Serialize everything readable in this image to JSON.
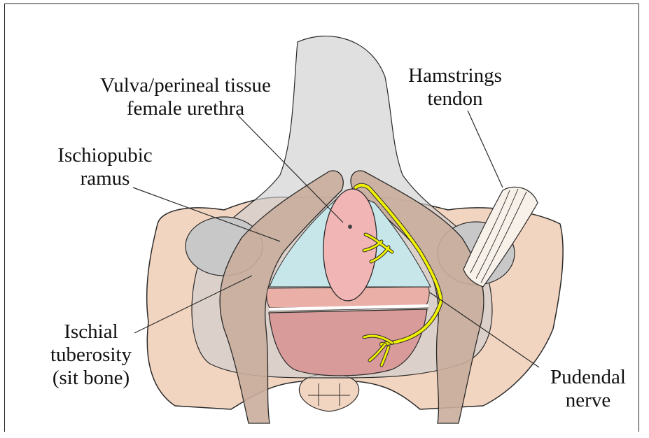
{
  "labels": {
    "vulva_line1": "Vulva/perineal tissue",
    "vulva_line2": "female urethra",
    "hamstrings_line1": "Hamstrings",
    "hamstrings_line2": "tendon",
    "ischiopubic_line1": "Ischiopubic",
    "ischiopubic_line2": "ramus",
    "ischial_line1": "Ischial",
    "ischial_line2": "tuberosity",
    "ischial_line3": "(sit bone)",
    "pudendal_line1": "Pudendal",
    "pudendal_line2": "nerve"
  },
  "colors": {
    "bone": "#f2d5c0",
    "bone_shadow": "#d9bda9",
    "overlay_gray": "#d0d0d0",
    "bone_darker": "#b9a596",
    "pink_tissue": "#f1b5b5",
    "perineal_muscle": "#d99a9a",
    "blue_space": "#c7e6ea",
    "nerve_yellow": "#f0f000",
    "tendon": "#f7f1ea",
    "outline": "#2a2a2a"
  }
}
